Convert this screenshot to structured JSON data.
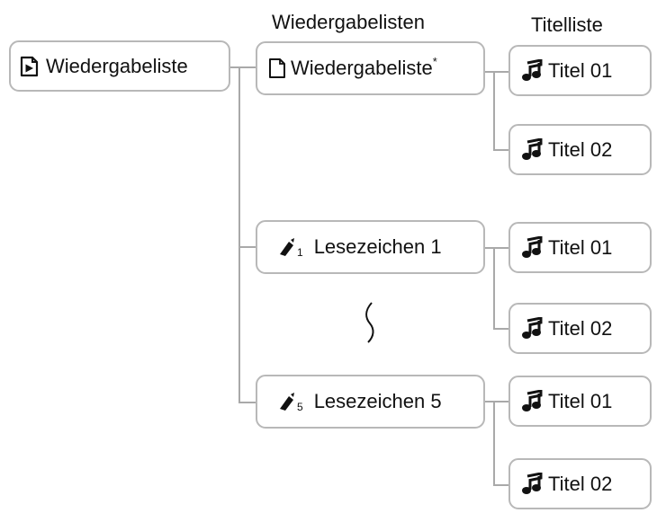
{
  "headers": {
    "playlists": "Wiedergabelisten",
    "tracks": "Titelliste"
  },
  "root": {
    "label": "Wiedergabeliste",
    "icon": "play-document-icon"
  },
  "playlist": {
    "label": "Wiedergabeliste",
    "marker": "*",
    "icon": "document-icon"
  },
  "bookmark1": {
    "label": "Lesezeichen 1",
    "index": "1",
    "icon": "bookmark-pen-icon"
  },
  "bookmark5": {
    "label": "Lesezeichen 5",
    "index": "5",
    "icon": "bookmark-pen-icon"
  },
  "track1": {
    "label": "Titel 01",
    "icon": "music-note-icon"
  },
  "track2": {
    "label": "Titel 02",
    "icon": "music-note-icon"
  },
  "ellipsis_icon": "wavy-ellipsis-icon"
}
